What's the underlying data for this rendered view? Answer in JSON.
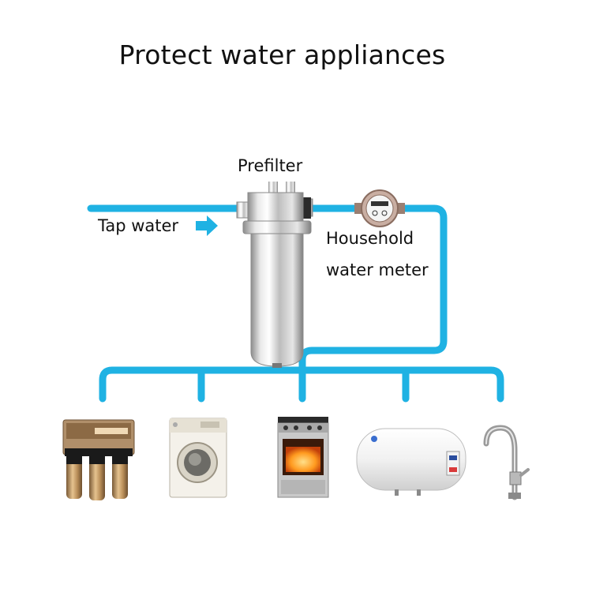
{
  "title": "Protect water appliances",
  "labels": {
    "prefilter": "Prefilter",
    "tap_water": "Tap water",
    "meter_line1": "Household",
    "meter_line2": "water meter"
  },
  "icons": {
    "prefilter": "prefilter-housing-icon",
    "meter": "water-meter-icon",
    "flow_arrow": "arrow-right-icon",
    "appliances": [
      "water-purifier-icon",
      "washing-machine-icon",
      "gas-stove-oven-icon",
      "electric-water-heater-icon",
      "faucet-icon"
    ]
  },
  "colors": {
    "pipe": "#1fb2e3",
    "arrow": "#1fb2e3",
    "text": "#111111"
  }
}
